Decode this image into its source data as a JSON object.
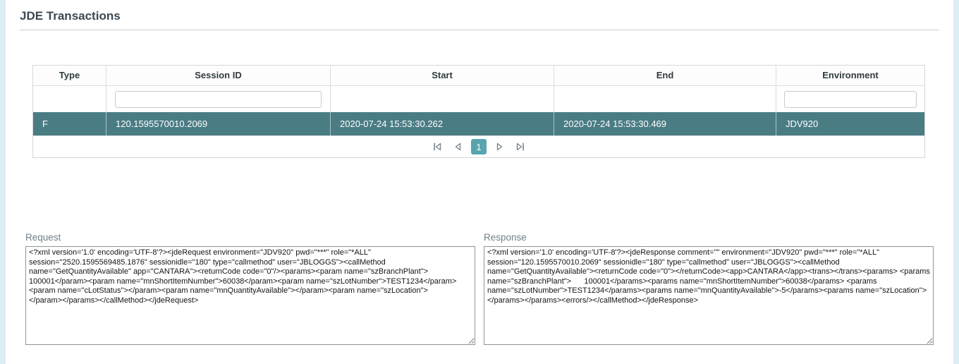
{
  "title": "JDE Transactions",
  "table": {
    "headers": [
      "Type",
      "Session ID",
      "Start",
      "End",
      "Environment"
    ],
    "filters": {
      "session_id": {
        "value": "",
        "placeholder": ""
      },
      "environment": {
        "value": "",
        "placeholder": ""
      }
    },
    "row": {
      "type": "F",
      "session_id": "120.1595570010.2069",
      "start": "2020-07-24 15:53:30.262",
      "end": "2020-07-24 15:53:30.469",
      "environment": "JDV920"
    }
  },
  "pagination": {
    "current_page": "1",
    "first_icon": "go-to-first-page",
    "prev_icon": "previous-page",
    "next_icon": "next-page",
    "last_icon": "go-to-last-page"
  },
  "request": {
    "label": "Request",
    "xml": "<?xml version='1.0' encoding='UTF-8'?><jdeRequest environment=\"JDV920\" pwd=\"***\" role=\"*ALL\" session=\"2520.1595569485.1876\" sessionidle=\"180\" type=\"callmethod\" user=\"JBLOGGS\"><callMethod name=\"GetQuantityAvailable\" app=\"CANTARA\"><returnCode code=\"0\"/><params><param name=\"szBranchPlant\">      100001</param><param name=\"mnShortItemNumber\">60038</param><param name=\"szLotNumber\">TEST1234</param><param name=\"cLotStatus\"></param><param name=\"mnQuantityAvailable\"></param><param name=\"szLocation\">               </param></params></callMethod></jdeRequest>"
  },
  "response": {
    "label": "Response",
    "xml": "<?xml version='1.0' encoding='UTF-8'?><jdeResponse comment=\"\" environment=\"JDV920\" pwd=\"***\" role=\"*ALL\" session=\"120.1595570010.2069\" sessionidle=\"180\" type=\"callmethod\" user=\"JBLOGGS\"><callMethod name=\"GetQuantityAvailable\"><returnCode code=\"0\"></returnCode><app>CANTARA</app><trans></trans><params> <params name=\"szBranchPlant\">      100001</params><params name=\"mnShortItemNumber\">60038</params> <params name=\"szLotNumber\">TEST1234</params><params name=\"mnQuantityAvailable\">-5</params><params name=\"szLocation\"></params></params><errors/></callMethod></jdeResponse>"
  },
  "colors": {
    "selected_row_bg": "#4a7c84",
    "selected_row_text": "#ffffff",
    "active_page_bg": "#58a5af",
    "page_background": "#dcedf3",
    "card_background": "#ffffff",
    "table_border": "#d4d7d9",
    "title_text": "#3d4852",
    "label_text": "#6e8089",
    "pagination_icon": "#77848e"
  }
}
